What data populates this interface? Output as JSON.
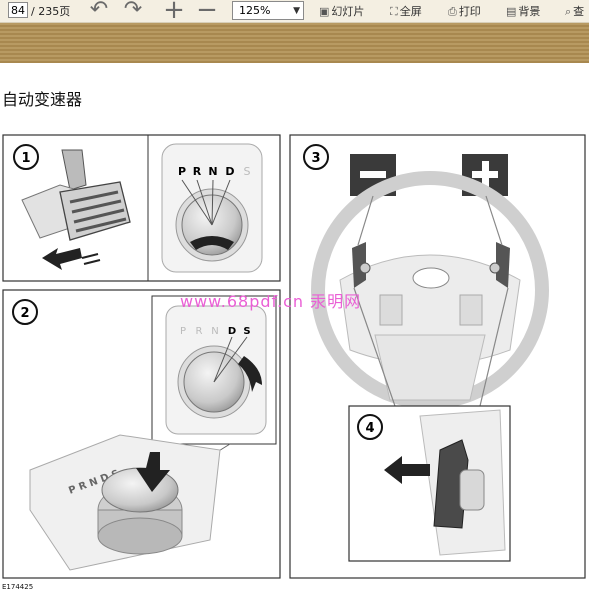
{
  "toolbar": {
    "page_current": "84",
    "page_total": "/ 235页",
    "zoom": "125%",
    "slideshow": "幻灯片",
    "fullscreen": "全屏",
    "print": "打印",
    "background": "背景",
    "search": "查"
  },
  "document": {
    "title": "自动变速器",
    "figure_id": "E174425",
    "panel_numbers": [
      "1",
      "2",
      "3",
      "4"
    ],
    "gear_letters": [
      "P",
      "R",
      "N",
      "D",
      "S"
    ],
    "watermark": "www.68pdf.cn 汞明网"
  }
}
